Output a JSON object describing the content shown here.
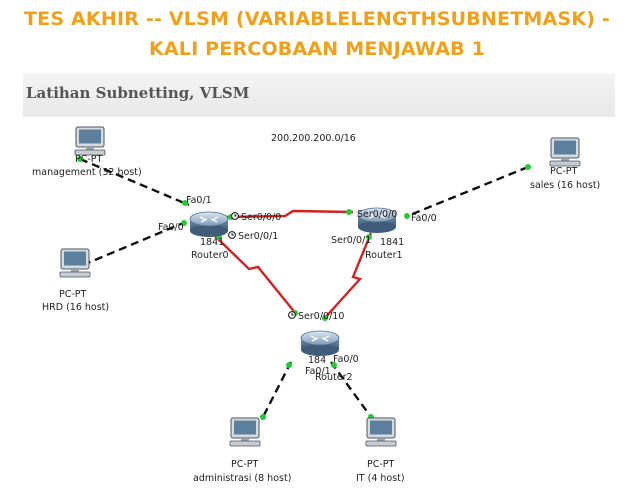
{
  "heading": {
    "line1": "TES AKHIR -- VLSM (VARIABLELENGTHSUBNETMASK) -",
    "line2": "KALI PERCOBAAN MENJAWAB 1"
  },
  "subtitle": "Latihan Subnetting, VLSM",
  "network_label": "200.200.200.0/16",
  "devices": {
    "pc_management": {
      "type": "PC-PT",
      "name": "management (32 host)"
    },
    "pc_hrd": {
      "type": "PC-PT",
      "name": "HRD (16 host)"
    },
    "pc_sales": {
      "type": "PC-PT",
      "name": "sales (16 host)"
    },
    "pc_administrasi": {
      "type": "PC-PT",
      "name": "administrasi (8 host)"
    },
    "pc_it": {
      "type": "PC-PT",
      "name": "IT (4 host)"
    },
    "router0": {
      "model": "1841",
      "name": "Router0"
    },
    "router1": {
      "model": "1841",
      "name": "Router1"
    },
    "router2": {
      "model": "184",
      "name": "Router2"
    }
  },
  "ports": {
    "r0_fa01": "Fa0/1",
    "r0_fa00": "Fa0/0",
    "r0_ser000": "Ser0/0/0",
    "r0_ser001": "Ser0/0/1",
    "r1_ser000": "Ser0/0/0",
    "r1_fa00": "Fa0/0",
    "r1_ser001": "Ser0/0/1",
    "r2_ser0010": "Ser0/0/10",
    "r2_fa00": "Fa0/0",
    "r2_fa01": "Fa0/1"
  },
  "colors": {
    "heading": "#f0a019",
    "ethernet_link": "#111111",
    "serial_link": "#d42020",
    "link_light": "#22cc33"
  },
  "icons": [
    "pc-icon",
    "router-icon",
    "clock-icon"
  ]
}
